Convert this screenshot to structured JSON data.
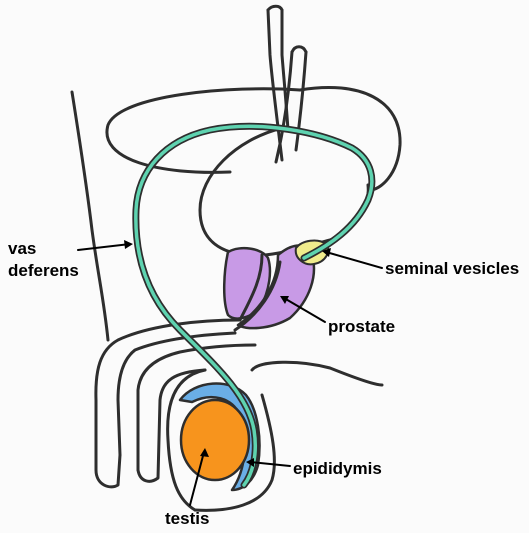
{
  "labels": {
    "vas_deferens_line1": "vas",
    "vas_deferens_line2": "deferens",
    "seminal_vesicles": "seminal vesicles",
    "prostate": "prostate",
    "epididymis": "epididymis",
    "testis": "testis"
  },
  "colors": {
    "outline": "#2e2e2e",
    "vas_deferens": "#5ed3b0",
    "prostate": "#c89ae6",
    "seminal_vesicles": "#f0ec8c",
    "epididymis": "#6aaee6",
    "testis": "#f7941d",
    "background": "#fbfbfb"
  }
}
